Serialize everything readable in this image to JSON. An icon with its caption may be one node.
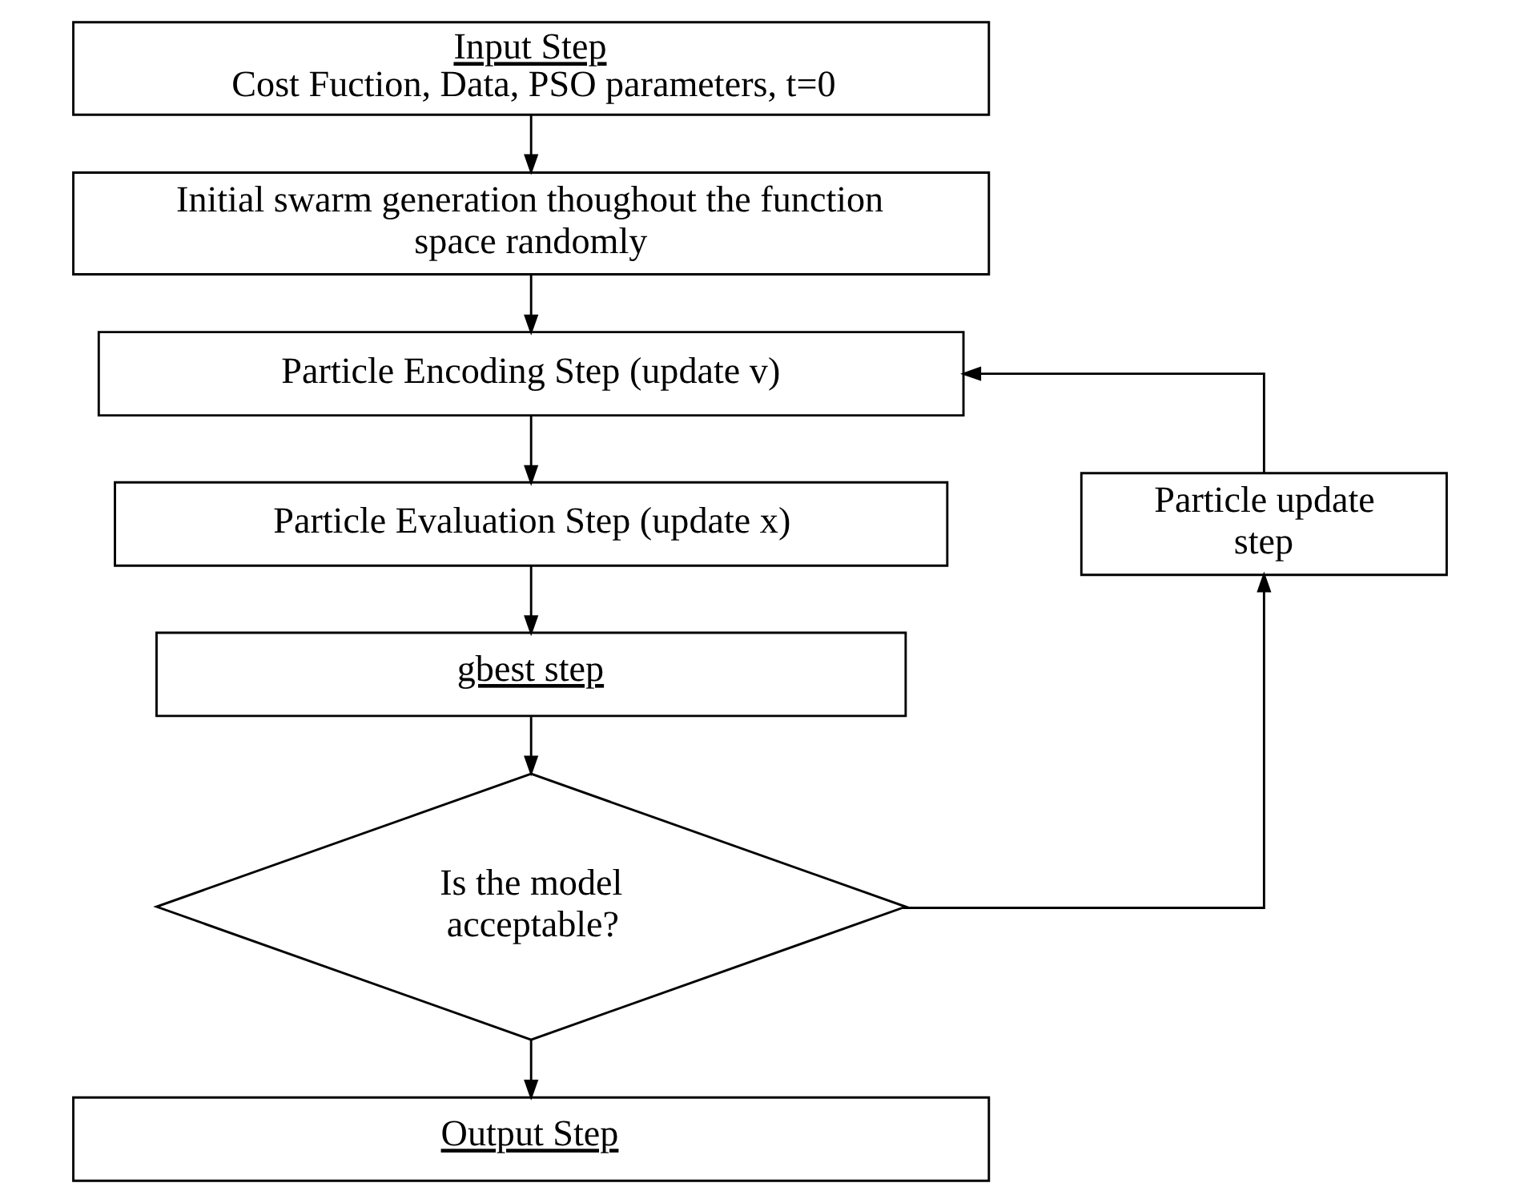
{
  "diagram": {
    "nodes": [
      {
        "text": [
          "Input Step",
          "Cost Fuction, Data, PSO parameters, t=0"
        ]
      },
      {
        "text": [
          "Initial swarm generation thoughout the function space randomly"
        ]
      },
      {
        "text": [
          "Particle Encoding Step (update v)"
        ]
      },
      {
        "text": [
          "Particle Evaluation Step (update x)"
        ]
      },
      {
        "text": [
          "Particle update step"
        ]
      },
      {
        "text": [
          "gbest step"
        ]
      },
      {
        "text": [
          "Is the model acceptable?"
        ]
      },
      {
        "text": [
          "Output Step"
        ]
      }
    ],
    "edges": [
      {
        "from": 0,
        "to": 1,
        "arrow": "to"
      },
      {
        "from": 1,
        "to": 2,
        "arrow": "to"
      },
      {
        "from": 2,
        "to": 3,
        "arrow": "to"
      },
      {
        "from": 3,
        "to": 5,
        "arrow": "to"
      },
      {
        "from": 5,
        "to": 6,
        "arrow": "to"
      },
      {
        "from": 6,
        "to": 7,
        "arrow": "to"
      },
      {
        "from": 6,
        "to": 4,
        "arrow": "to"
      },
      {
        "from": 4,
        "to": 2,
        "arrow": "to"
      }
    ]
  }
}
